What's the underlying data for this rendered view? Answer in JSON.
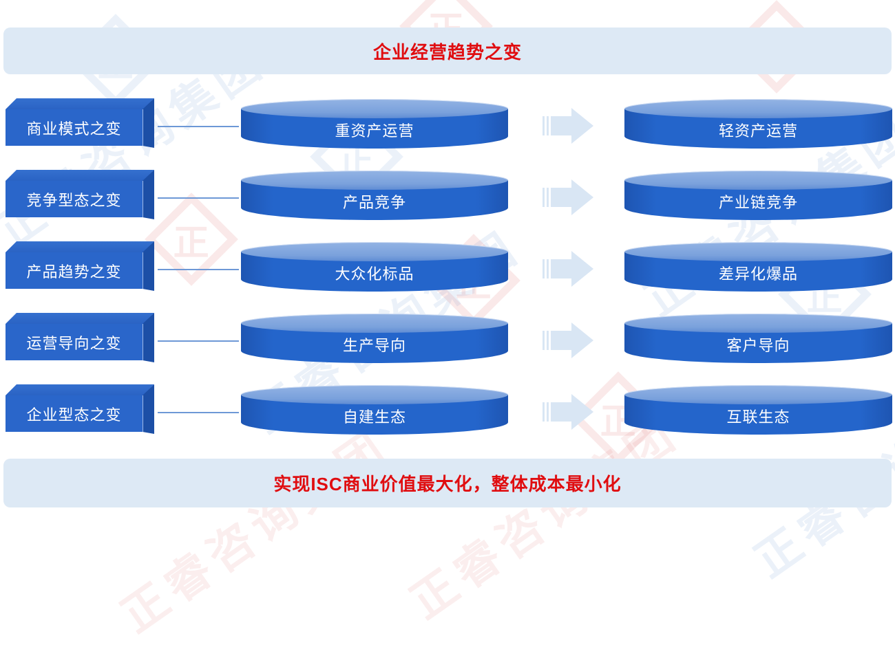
{
  "header": {
    "title": "企业经营趋势之变"
  },
  "footer": {
    "title": "实现ISC商业价值最大化，整体成本最小化"
  },
  "watermark": {
    "brand": "正睿咨询集团",
    "logo_glyph": "正"
  },
  "colors": {
    "banner_bg": "#dde9f5",
    "banner_text": "#e00d10",
    "box_front": "#2a66ca",
    "box_side": "#1c4fa6",
    "cylinder_body": "#2465cb",
    "cylinder_top": "#7aa1dc",
    "arrow_fill": "#d9e6f4",
    "connector": "#6d98d6"
  },
  "rows": [
    {
      "category": "商业模式之变",
      "from": "重资产运营",
      "to": "轻资产运营"
    },
    {
      "category": "竞争型态之变",
      "from": "产品竞争",
      "to": "产业链竞争"
    },
    {
      "category": "产品趋势之变",
      "from": "大众化标品",
      "to": "差异化爆品"
    },
    {
      "category": "运营导向之变",
      "from": "生产导向",
      "to": "客户导向"
    },
    {
      "category": "企业型态之变",
      "from": "自建生态",
      "to": "互联生态"
    }
  ]
}
